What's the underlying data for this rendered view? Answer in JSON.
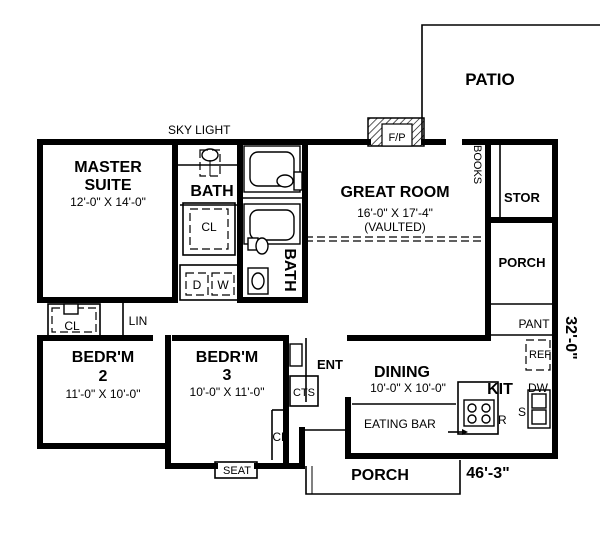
{
  "rooms": {
    "patio": "PATIO",
    "fireplace": "F/P",
    "books": "BOOKS",
    "stor": "STOR",
    "porch_side": "PORCH",
    "porch_front": "PORCH",
    "skylight": "SKY LIGHT",
    "master_suite_l1": "MASTER",
    "master_suite_l2": "SUITE",
    "master_suite_dims": "12'-0\" X 14'-0\"",
    "bath_master": "BATH",
    "bath_hall": "BATH",
    "closet_master": "CL",
    "washer": "W",
    "dryer": "D",
    "great_room": "GREAT ROOM",
    "great_room_dims": "16'-0\" X 17'-4\"",
    "great_room_note": "(VAULTED)",
    "closet_bed2": "CL",
    "linen": "LIN",
    "bedroom2_l1": "BEDR'M",
    "bedroom2_l2": "2",
    "bedroom2_dims": "11'-0\" X 10'-0\"",
    "bedroom3_l1": "BEDR'M",
    "bedroom3_l2": "3",
    "bedroom3_dims": "10'-0\" X 11'-0\"",
    "entry": "ENT",
    "coats": "CTS",
    "closet_bed3": "CL",
    "seat": "SEAT",
    "dining": "DINING",
    "dining_dims": "10'-0\" X 10'-0\"",
    "eating_bar": "EATING BAR",
    "kitchen": "KIT",
    "pantry": "PANT",
    "refrigerator": "REF",
    "dishwasher": "DW",
    "range": "R",
    "sink": "S"
  },
  "dimensions": {
    "overall_width": "46'-3\"",
    "overall_depth": "32'-0\""
  }
}
